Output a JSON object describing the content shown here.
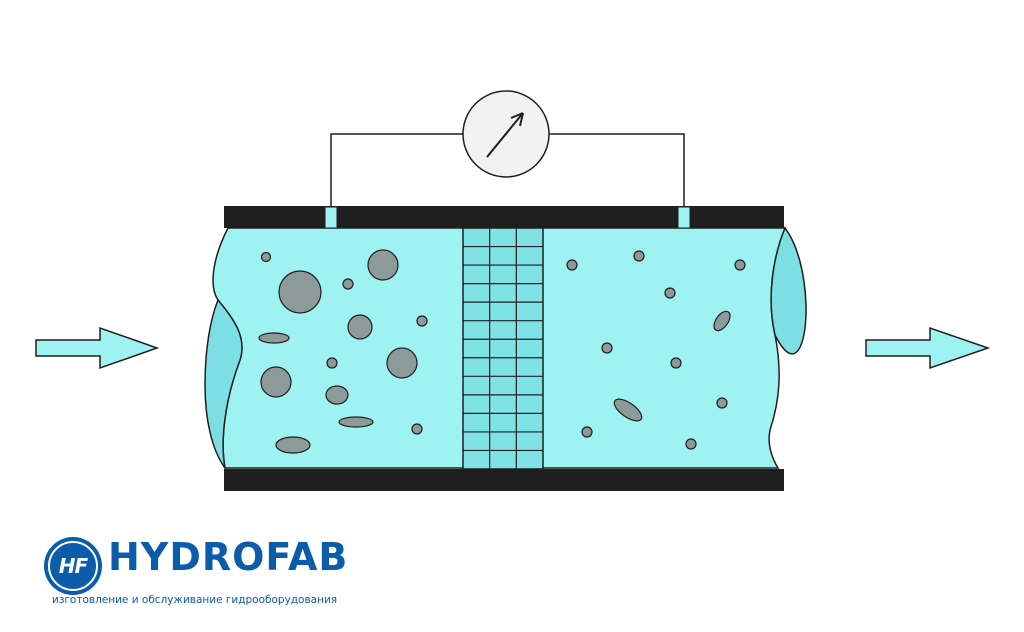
{
  "diagram": {
    "fluid_color": "#9ff2f2",
    "fluid_end_color": "#7ddfe3",
    "pipe_wall_color": "#1f1f1f",
    "particle_color": "#8c9a9a",
    "meter_icon": "gauge-icon",
    "flow_direction": "left-to-right"
  },
  "logo": {
    "badge": "HF",
    "name": "HYDROFAB",
    "tagline": "изготовление и обслуживание гидрооборудования",
    "color": "#0b5cab"
  }
}
